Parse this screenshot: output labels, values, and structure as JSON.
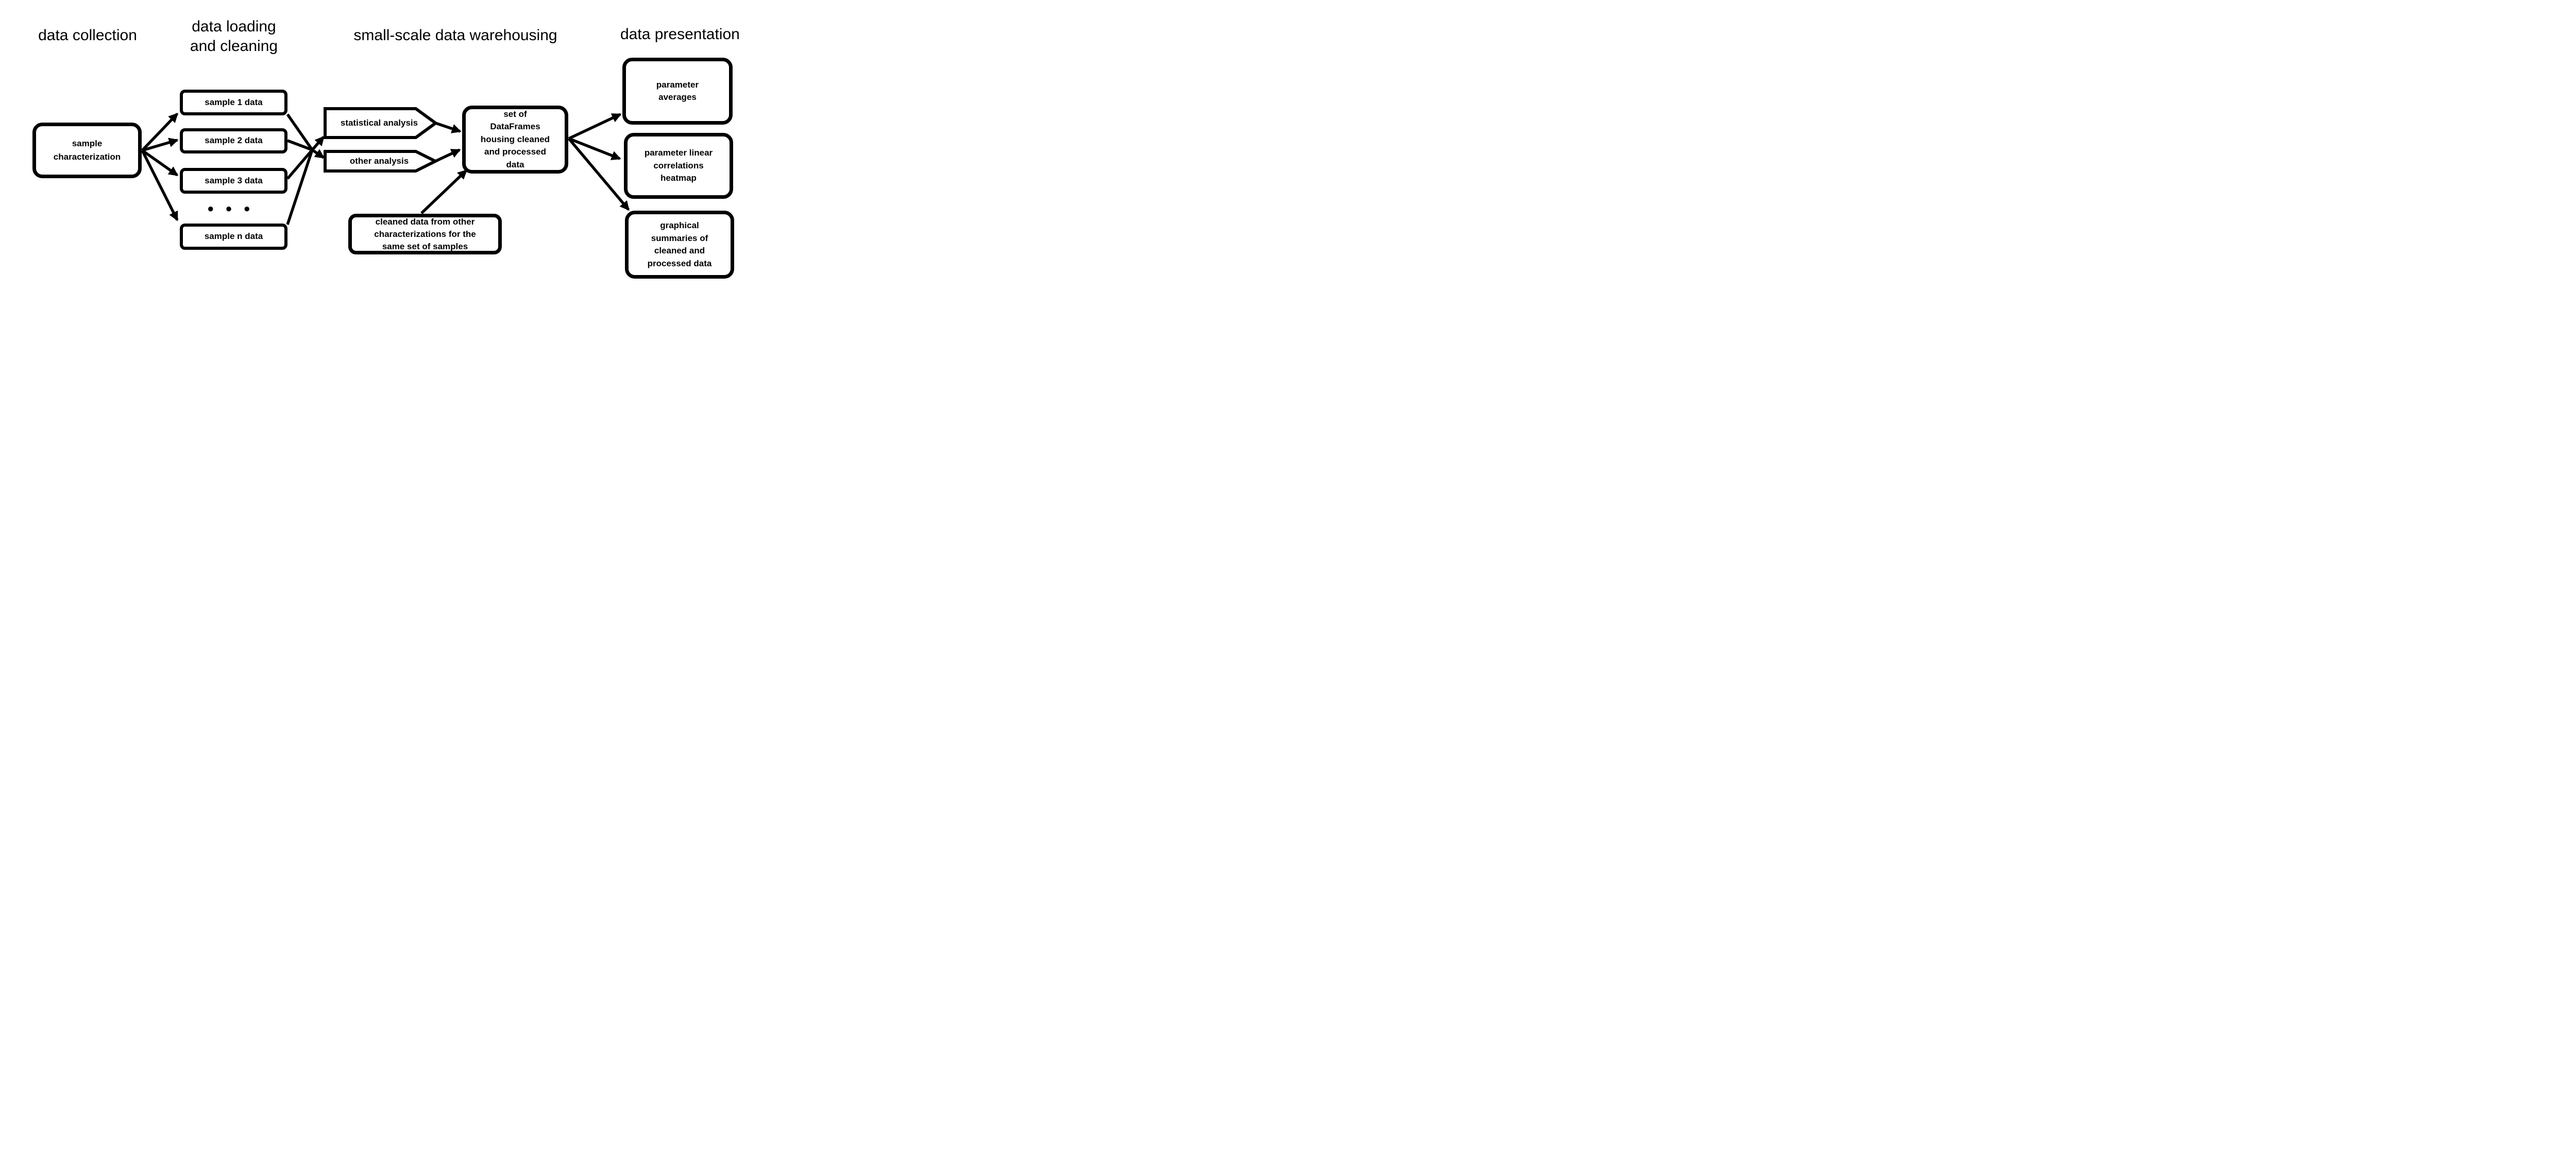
{
  "colors": {
    "ink": "#000000",
    "background": "#ffffff"
  },
  "columns": {
    "collection": "data collection",
    "loading": {
      "lines": [
        "data loading",
        "and cleaning"
      ]
    },
    "warehousing": "small-scale data warehousing",
    "presentation": "data presentation"
  },
  "nodes": {
    "sample_characterization": {
      "lines": [
        "sample",
        "characterization"
      ]
    },
    "sample_1": {
      "label": "sample 1 data"
    },
    "sample_2": {
      "label": "sample 2 data"
    },
    "sample_3": {
      "label": "sample 3 data"
    },
    "ellipsis": {
      "symbol": "●●●"
    },
    "sample_n": {
      "label": "sample n data"
    },
    "statistical_analysis": {
      "label": "statistical analysis"
    },
    "other_analysis": {
      "label": "other analysis"
    },
    "dataframes": {
      "lines": [
        "set of",
        "DataFrames",
        "housing cleaned",
        "and processed",
        "data"
      ]
    },
    "cleaned_other": {
      "lines": [
        "cleaned data from other",
        "characterizations for the",
        "same set of samples"
      ]
    },
    "param_averages": {
      "lines": [
        "parameter",
        "averages"
      ]
    },
    "param_heatmap": {
      "lines": [
        "parameter linear",
        "correlations",
        "heatmap"
      ]
    },
    "graphical_summaries": {
      "lines": [
        "graphical",
        "summaries of",
        "cleaned and",
        "processed data"
      ]
    }
  }
}
